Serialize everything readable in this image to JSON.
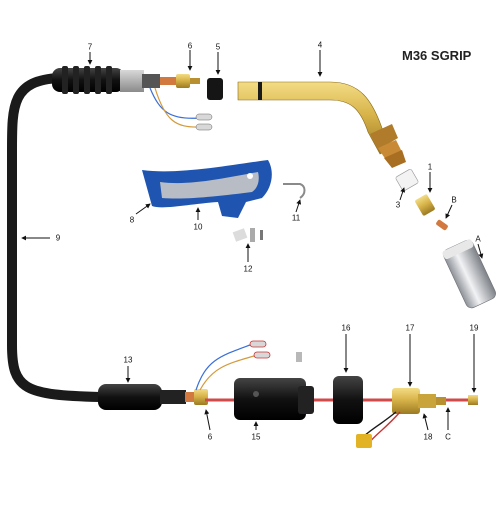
{
  "title": "M36 SGRIP",
  "callouts": {
    "n1": "1",
    "n3": "3",
    "n4": "4",
    "n5": "5",
    "n6a": "6",
    "n6b": "6",
    "n7": "7",
    "n8": "8",
    "n9": "9",
    "n10": "10",
    "n11": "11",
    "n12": "12",
    "n13": "13",
    "n15": "15",
    "n16": "16",
    "n17": "17",
    "n18": "18",
    "n19": "19",
    "nA": "A",
    "nB": "B",
    "nC": "C"
  },
  "parts": {
    "p1": "contact-tip-holder",
    "p3": "insulator",
    "p4": "gooseneck",
    "p5": "o-ring",
    "p6": "cable-connector",
    "p7": "handle-spring",
    "p8": "handle-grip",
    "p9": "cable-hose",
    "p10": "handle-shell",
    "p11": "trigger-spring",
    "p12": "switch-parts",
    "p13": "rear-spring",
    "p15": "connector-housing",
    "p16": "nut",
    "p17": "euro-connector",
    "p18": "control-lead-plug",
    "p19": "liner-nut",
    "pA": "nozzle",
    "pB": "contact-tip",
    "pC": "liner"
  },
  "colors": {
    "cable": "#1a1a1a",
    "brass": "#c9a43a",
    "grip_blue": "#1f55b0",
    "grip_grey": "#b8bcc4",
    "copper": "#d1793f",
    "red_liner": "#d04a4a"
  }
}
